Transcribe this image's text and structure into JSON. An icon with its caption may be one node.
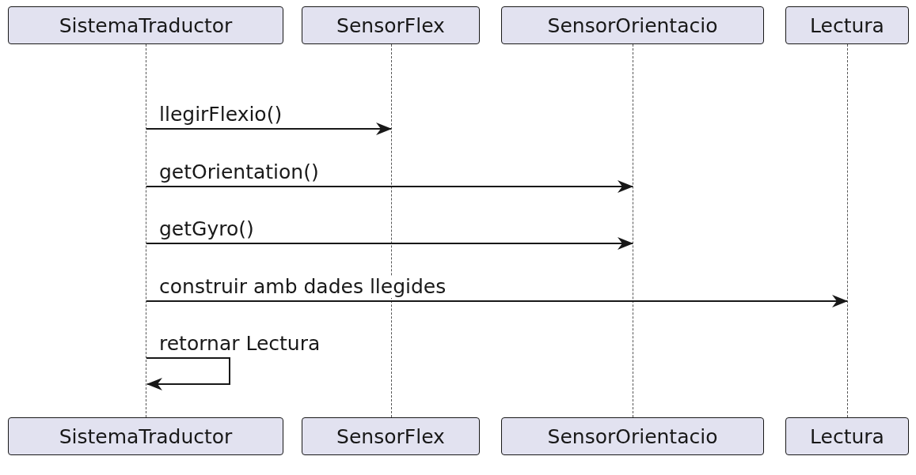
{
  "diagram": {
    "nodes": [
      {
        "text": [
          "SistemaTraductor"
        ]
      },
      {
        "text": [
          "SensorFlex"
        ]
      },
      {
        "text": [
          "SensorOrientacio"
        ]
      },
      {
        "text": [
          "Lectura"
        ]
      },
      {
        "text": [],
        "shape": "bar"
      },
      {
        "text": [],
        "shape": "bar"
      },
      {
        "text": [],
        "shape": "bar"
      },
      {
        "text": [],
        "shape": "bar"
      },
      {
        "text": [
          "SistemaTraductor"
        ]
      },
      {
        "text": [
          "SensorFlex"
        ]
      },
      {
        "text": [
          "SensorOrientacio"
        ]
      },
      {
        "text": [
          "Lectura"
        ]
      }
    ],
    "edges": [
      {
        "from": 4,
        "to": 5,
        "arrow": "to",
        "label": "llegirFlexio()"
      },
      {
        "from": 4,
        "to": 6,
        "arrow": "to",
        "label": "getOrientation()"
      },
      {
        "from": 4,
        "to": 6,
        "arrow": "to",
        "label": "getGyro()"
      },
      {
        "from": 4,
        "to": 7,
        "arrow": "to",
        "label": "construir amb dades llegides"
      },
      {
        "from": 4,
        "to": 4,
        "arrow": "to",
        "label": "retornar Lectura"
      }
    ]
  }
}
